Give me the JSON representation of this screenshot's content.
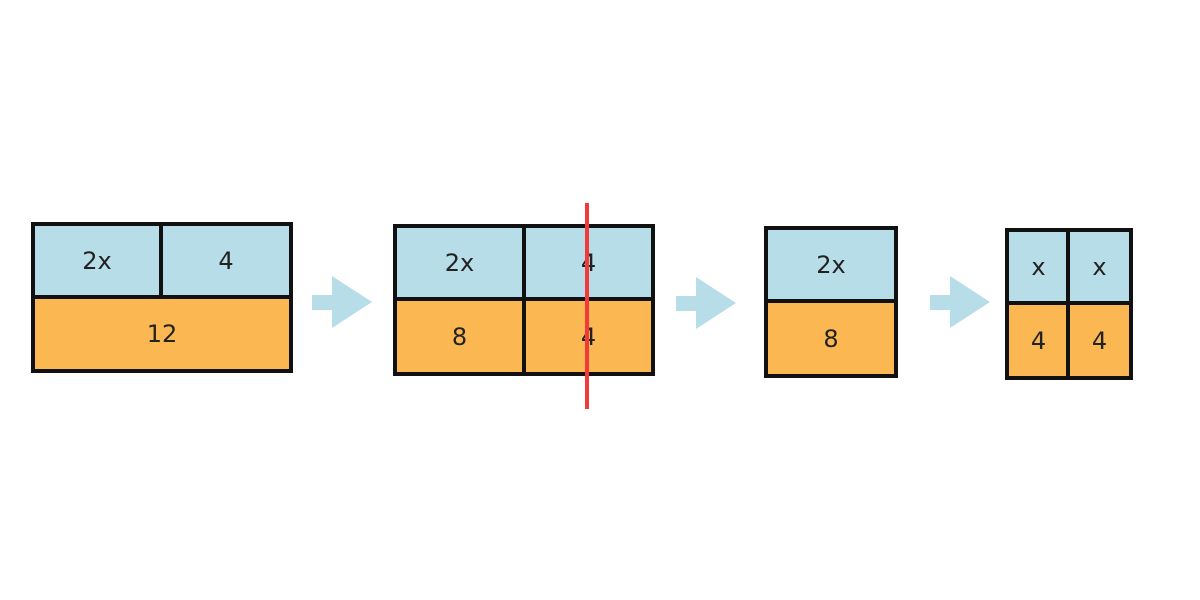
{
  "colors": {
    "top_row": "#b7dde8",
    "bottom_row": "#fbb752",
    "border": "#111111",
    "cut_line": "#f23a3a",
    "arrow": "#b7dde8"
  },
  "models": [
    {
      "top": [
        "2x",
        "4"
      ],
      "bottom": [
        "12"
      ]
    },
    {
      "top": [
        "2x",
        "4"
      ],
      "bottom": [
        "8",
        "4"
      ]
    },
    {
      "top": [
        "2x"
      ],
      "bottom": [
        "8"
      ]
    },
    {
      "top": [
        "x",
        "x"
      ],
      "bottom": [
        "4",
        "4"
      ]
    }
  ]
}
